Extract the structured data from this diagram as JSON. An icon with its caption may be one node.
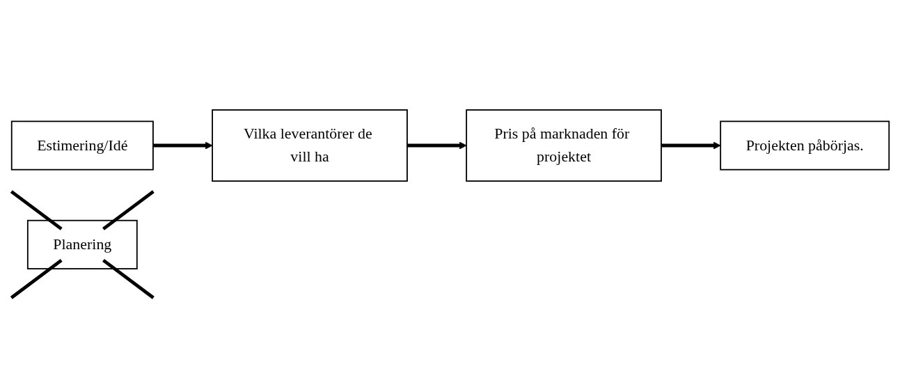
{
  "diagram": {
    "nodes": [
      {
        "text": [
          "Estimering/Idé"
        ]
      },
      {
        "text": [
          "Planering"
        ]
      },
      {
        "text": [
          "Vilka leverantörer de vill ha"
        ]
      },
      {
        "text": [
          "Pris på marknaden för projektet"
        ]
      },
      {
        "text": [
          "Projekten påbörjas."
        ]
      }
    ],
    "edges": [
      {
        "from": 0,
        "to": 2,
        "arrow": "to"
      },
      {
        "from": 2,
        "to": 3,
        "arrow": "to"
      },
      {
        "from": 3,
        "to": 4,
        "arrow": "to"
      }
    ]
  }
}
